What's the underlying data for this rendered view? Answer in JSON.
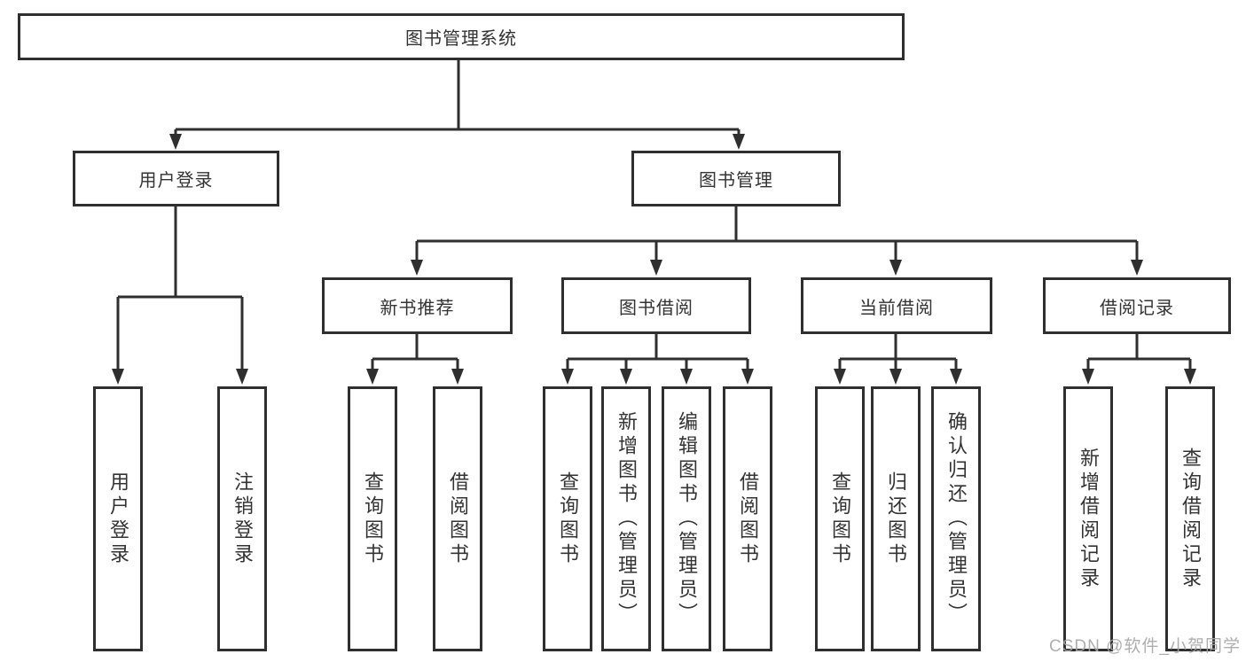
{
  "diagram": {
    "root": {
      "label": "图书管理系统"
    },
    "level2": {
      "user_login": {
        "label": "用户登录"
      },
      "book_management": {
        "label": "图书管理"
      }
    },
    "level3": {
      "new_book_recommend": {
        "label": "新书推荐"
      },
      "book_borrowing": {
        "label": "图书借阅"
      },
      "current_borrowing": {
        "label": "当前借阅"
      },
      "borrowing_records": {
        "label": "借阅记录"
      }
    },
    "leaves": {
      "user_login": {
        "label": "用户登录"
      },
      "logout_login": {
        "label": "注销登录"
      },
      "newrec_query_books": {
        "label": "查询图书"
      },
      "newrec_borrow_books": {
        "label": "借阅图书"
      },
      "borrowing_query_books": {
        "label": "查询图书"
      },
      "borrowing_add_books_admin": {
        "label": "新增图书（管理员）"
      },
      "borrowing_edit_books_admin": {
        "label": "编辑图书（管理员）"
      },
      "borrowing_borrow_books": {
        "label": "借阅图书"
      },
      "current_query_books": {
        "label": "查询图书"
      },
      "current_return_books": {
        "label": "归还图书"
      },
      "current_confirm_return_admin": {
        "label": "确认归还（管理员）"
      },
      "records_add_borrow_record": {
        "label": "新增借阅记录"
      },
      "records_query_borrow_record": {
        "label": "查询借阅记录"
      }
    }
  },
  "watermark": {
    "text": "CSDN @软件_小贺同学"
  },
  "colors": {
    "line": "#2f2f2f",
    "text": "#333333",
    "watermark": "#a6a6a6",
    "background": "#ffffff"
  }
}
